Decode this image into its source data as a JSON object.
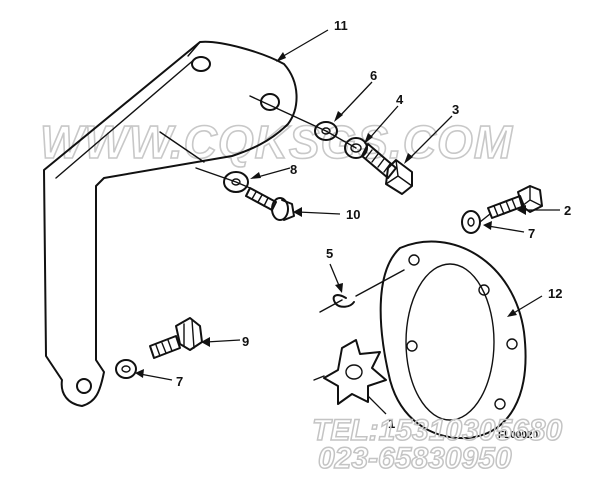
{
  "watermark": {
    "text": "WWW.CQKSGS.COM",
    "color": "#c8c8c8"
  },
  "footer": {
    "phone_line": "TEL:15310305680",
    "fax_line": "023-65830950",
    "drawing_code": "FL00020",
    "color": "#c4c4c4"
  },
  "callouts": {
    "c11": "11",
    "c6": "6",
    "c4": "4",
    "c3": "3",
    "c8": "8",
    "c10": "10",
    "c2": "2",
    "c7a": "7",
    "c5": "5",
    "c12": "12",
    "c9": "9",
    "c7b": "7",
    "c1": "1"
  }
}
